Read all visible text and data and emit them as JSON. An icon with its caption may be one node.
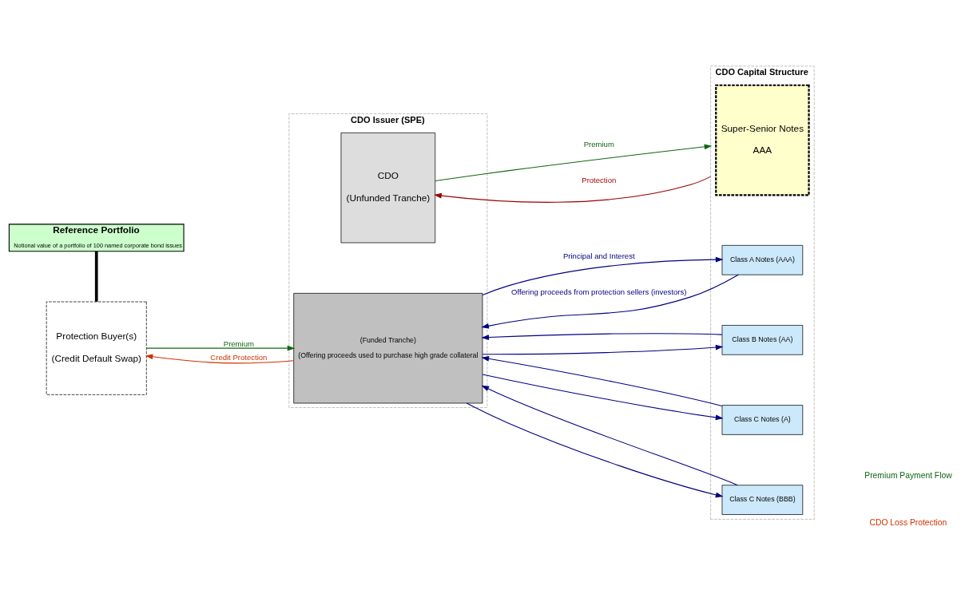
{
  "diagram": {
    "nodes": [
      {
        "text": [
          "Reference Portfolio",
          "Notional value of a portfolio of 100 named corporate bond issues"
        ]
      },
      {
        "text": [
          "Protection Buyer(s)",
          "(Credit Default Swap)"
        ]
      },
      {
        "text": [
          "CDO Issuer (SPE)"
        ]
      },
      {
        "text": [
          "CDO",
          "(Unfunded Tranche)"
        ],
        "in": 2
      },
      {
        "text": [
          "(Funded Tranche)",
          "(Offering proceeds used to purchase high grade collateral"
        ],
        "in": 2
      },
      {
        "text": [
          "CDO Capital Structure"
        ]
      },
      {
        "text": [
          "Super-Senior Notes",
          "AAA"
        ],
        "in": 5
      },
      {
        "text": [
          "Class A Notes (AAA)"
        ],
        "in": 5
      },
      {
        "text": [
          "Class B Notes (AA)"
        ],
        "in": 5
      },
      {
        "text": [
          "Class C Notes (A)"
        ],
        "in": 5
      },
      {
        "text": [
          "Class C Notes (BBB)"
        ],
        "in": 5
      }
    ],
    "edges": [
      {
        "from": 0,
        "to": 1,
        "arrow": "none",
        "style": "thick",
        "color": "#000000"
      },
      {
        "from": 1,
        "to": 4,
        "arrow": "to",
        "label": "Premium",
        "color": "#116611"
      },
      {
        "from": 4,
        "to": 1,
        "arrow": "to",
        "label": "Credit Protection",
        "color": "#cc3300"
      },
      {
        "from": 3,
        "to": 5,
        "arrow": "to",
        "label": "Premium",
        "color": "#116611"
      },
      {
        "from": 5,
        "to": 3,
        "arrow": "to",
        "label": "Protection",
        "color": "#990000"
      },
      {
        "from": 4,
        "to": 7,
        "arrow": "to",
        "label": "Principal and Interest"
      },
      {
        "from": 4,
        "to": 8,
        "arrow": "to"
      },
      {
        "from": 4,
        "to": 9,
        "arrow": "to"
      },
      {
        "from": 4,
        "to": 10,
        "arrow": "to"
      },
      {
        "from": 7,
        "to": 4,
        "arrow": "to",
        "label": "Offering proceeds from protection sellers (investors)"
      },
      {
        "from": 8,
        "to": 4,
        "arrow": "to"
      },
      {
        "from": 9,
        "to": 4,
        "arrow": "to"
      },
      {
        "from": 10,
        "to": 4,
        "arrow": "to"
      }
    ],
    "labels": [
      "Premium Payment Flow",
      "CDO Loss Protection"
    ]
  }
}
